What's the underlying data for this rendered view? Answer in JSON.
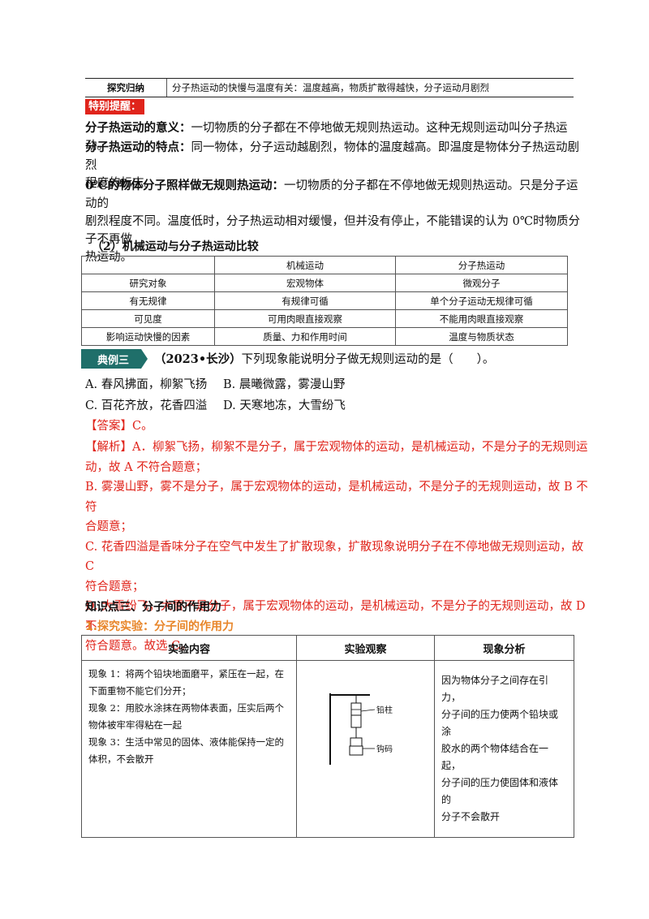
{
  "summary_row": {
    "label": "探究归纳",
    "text": "分子热运动的快慢与温度有关：温度越高，物质扩散得越快，分子运动月剧烈"
  },
  "notice": {
    "label": "特别提醒："
  },
  "para1": {
    "term": "分子热运动的意义：",
    "text": "一切物质的分子都在不停地做无规则热运动。这种无规则运动叫分子热运动。"
  },
  "para2": {
    "term": "分子热运动的特点：",
    "line1": "同一物体，分子运动越剧烈，物体的温度越高。即温度是物体分子热运动剧烈",
    "line2": "程度的标志。"
  },
  "para3": {
    "term": "0℃的物体分子照样做无规则热运动：",
    "line1": "一切物质的分子都在不停地做无规则热运动。只是分子运动的",
    "line2": "剧烈程度不同。温度低时，分子热运动相对缓慢，但并没有停止，不能错误的认为 0℃时物质分子不再做",
    "line3": "热运动。"
  },
  "compare": {
    "heading": "（2）机械运动与分子热运动比较",
    "headers": [
      "",
      "机械运动",
      "分子热运动"
    ],
    "rows": [
      [
        "研究对象",
        "宏观物体",
        "微观分子"
      ],
      [
        "有无规律",
        "有规律可循",
        "单个分子运动无规律可循"
      ],
      [
        "可见度",
        "可用肉眼直接观察",
        "不能用肉眼直接观察"
      ],
      [
        "影响运动快慢的因素",
        "质量、力和作用时间",
        "温度与物质状态"
      ]
    ]
  },
  "example": {
    "badge": "典例三",
    "source": "（2023•长沙）",
    "question": "下列现象能说明分子做无规则运动的是（　　）。",
    "options": [
      "A. 春风拂面，柳絮飞扬",
      "B. 晨曦微露，雾漫山野",
      "C. 百花齐放，花香四溢",
      "D. 天寒地冻，大雪纷飞"
    ],
    "answer": "【答案】C。",
    "analysis": [
      "【解析】A．柳絮飞扬，柳絮不是分子，属于宏观物体的运动，是机械运动，不是分子的无规则运",
      "动，故 A 不符合题意；",
      "B. 雾漫山野，雾不是分子，属于宏观物体的运动，是机械运动，不是分子的无规则运动，故 B 不符",
      "合题意；",
      "C. 花香四溢是香味分子在空气中发生了扩散现象，扩散现象说明分子在不停地做无规则运动，故 C",
      "符合题意；",
      "D. 大雪纷飞，大雪不是分子，属于宏观物体的运动，是机械运动，不是分子的无规则运动，故 D 不",
      "符合题意。故选 C。"
    ]
  },
  "section3": {
    "title": "知识点三、分子间的作用力",
    "subtitle": "1.探究实验：分子间的作用力"
  },
  "exp_table": {
    "headers": [
      "实验内容",
      "实验观察",
      "现象分析"
    ],
    "content": [
      "现象 1：将两个铅块地面磨平，紧压在一起，在",
      "下面重物不能它们分开；",
      "现象 2：用胶水涂抹在两物体表面，压实后两个",
      "物体被牢牢得粘在一起",
      "现象 3：生活中常见的固体、液体能保持一定的",
      "体积，不会散开"
    ],
    "figure_labels": {
      "lead": "铅柱",
      "weight": "钩码"
    },
    "analysis": [
      "因为物体分子之间存在引力，",
      "分子间的压力使两个铅块或涂",
      "胶水的两个物体结合在一起，",
      "分子间的压力使固体和液体的",
      "分子不会散开"
    ]
  },
  "colors": {
    "accent_red": "#e0241b",
    "badge_teal": "#1f6f6a",
    "notice_bg": "#e0241b"
  }
}
